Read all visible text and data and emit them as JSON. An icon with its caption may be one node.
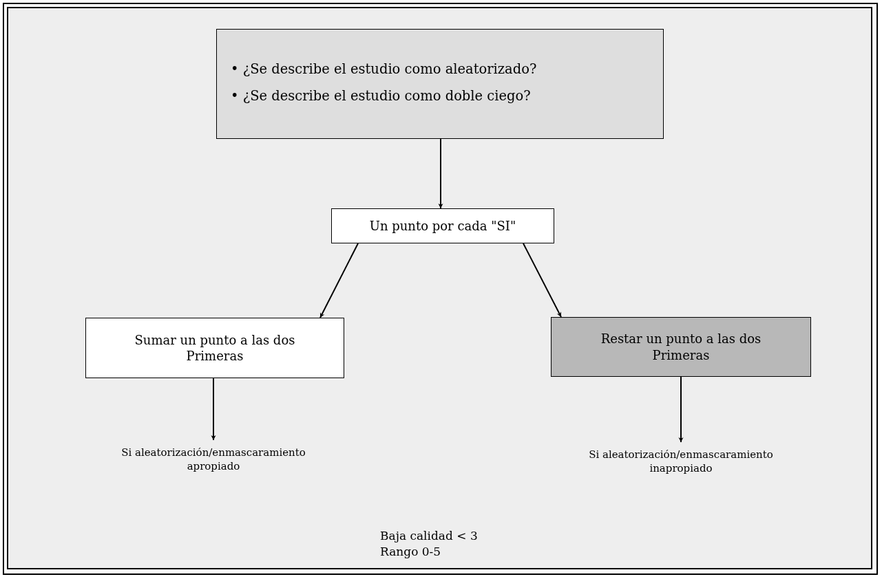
{
  "diagram": {
    "nodes": [
      {
        "text": [
          "• ¿Se describe el estudio como aleatorizado?",
          "• ¿Se describe el estudio como doble ciego?"
        ]
      },
      {
        "text": [
          "Un punto por cada \"SI\""
        ]
      },
      {
        "text": [
          "Sumar un punto a las dos Primeras"
        ]
      },
      {
        "text": [
          "Restar un punto a las dos Primeras"
        ]
      },
      {
        "text": [
          "Si aleatorización/enmascaramiento apropiado"
        ]
      },
      {
        "text": [
          "Si aleatorización/enmascaramiento inapropiado"
        ]
      }
    ],
    "edges": [
      {
        "from": 0,
        "to": 1,
        "arrow": "to"
      },
      {
        "from": 1,
        "to": 2,
        "arrow": "to"
      },
      {
        "from": 1,
        "to": 3,
        "arrow": "to"
      },
      {
        "from": 2,
        "to": 4,
        "arrow": "to"
      },
      {
        "from": 3,
        "to": 5,
        "arrow": "to"
      }
    ],
    "labels": [
      "Baja calidad < 3",
      "Rango 0-5"
    ]
  }
}
